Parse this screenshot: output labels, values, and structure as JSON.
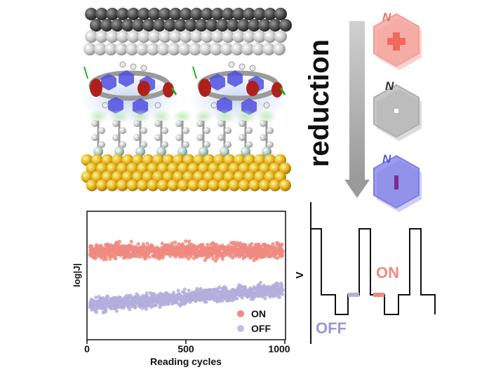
{
  "arrow_label": "reduction",
  "ring_labels": {
    "cation": "N",
    "neutral": "N",
    "anion": "N"
  },
  "colors": {
    "on": "#f08a80",
    "off": "#b3aedc",
    "gold": "#d9a514",
    "graphite": "#555555",
    "cation_ring": "#f4a7a2",
    "neutral_ring": "#bdbdbd",
    "anion_ring": "#8f8fe8",
    "arrow": "#b0b0b0"
  },
  "chart_data": {
    "type": "scatter",
    "xlabel": "Reading cycles",
    "ylabel": "log|J|",
    "xticks": [
      "0",
      "500",
      "1000"
    ],
    "xlim": [
      0,
      1000
    ],
    "yticks_shown": false,
    "legend_position": "bottom-right",
    "series": [
      {
        "name": "ON",
        "color": "#f08a80",
        "points": 1000,
        "y_center_start": 0.7,
        "y_center_end": 0.7,
        "spread": 0.09
      },
      {
        "name": "OFF",
        "color": "#b3aedc",
        "points": 1000,
        "y_center_start": 0.25,
        "y_center_end": 0.38,
        "spread": 0.08
      }
    ]
  },
  "switch_trace": {
    "ylabel": "V",
    "on_label": "ON",
    "off_label": "OFF",
    "levels": [
      "high",
      "high",
      "low",
      "low",
      "bottom",
      "bottom",
      "low",
      "high",
      "high",
      "low",
      "mid-low",
      "bottom",
      "low",
      "high",
      "high",
      "low",
      "low"
    ]
  }
}
